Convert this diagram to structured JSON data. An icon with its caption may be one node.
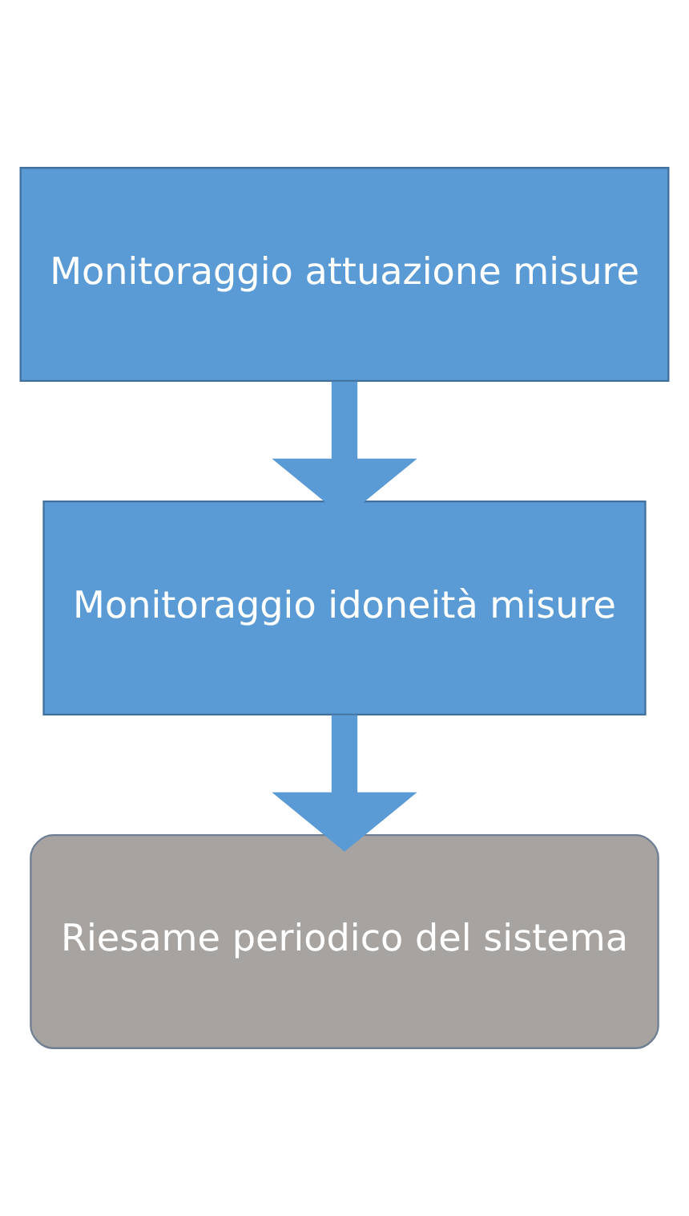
{
  "diagram": {
    "nodes": [
      {
        "text": [
          "Monitoraggio attuazione misure"
        ]
      },
      {
        "text": [
          "Monitoraggio idoneità misure"
        ]
      },
      {
        "text": [
          "Riesame periodico del sistema"
        ]
      }
    ],
    "edges": [
      {
        "from": 0,
        "to": 1,
        "arrow": "to"
      },
      {
        "from": 1,
        "to": 2,
        "arrow": "to"
      }
    ]
  }
}
